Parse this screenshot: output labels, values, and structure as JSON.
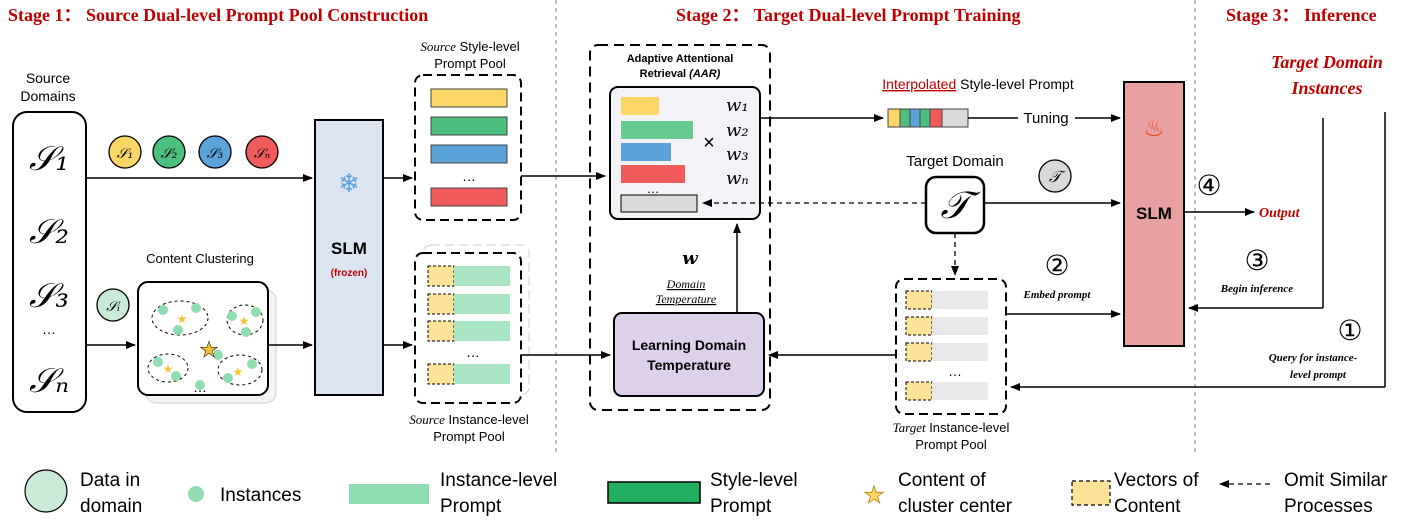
{
  "stages": {
    "stage1": "Stage 1： Source Dual-level Prompt Pool Construction",
    "stage2": "Stage 2： Target Dual-level Prompt Training",
    "stage3": "Stage 3：  Inference"
  },
  "source_domains": {
    "title_line1": "Source",
    "title_line2": "Domains",
    "s1": "𝒮₁",
    "s2": "𝒮₂",
    "s3": "𝒮₃",
    "dots": "…",
    "sn": "𝒮ₙ"
  },
  "circles": {
    "c1": "𝒮₁",
    "c2": "𝒮₂",
    "c3": "𝒮₃",
    "cn": "𝒮ₙ",
    "ci": "𝒮ᵢ"
  },
  "clustering": {
    "title": "Content Clustering",
    "dots": "…"
  },
  "slm_frozen": {
    "label": "SLM",
    "sub": "(frozen)"
  },
  "style_pool": {
    "line1_italic": "Source",
    "line1_rest": " Style-level",
    "line2": "Prompt Pool",
    "dots": "…"
  },
  "instance_pool": {
    "line1_italic": "Source",
    "line1_rest": " Instance-level",
    "line2": "Prompt Pool",
    "dots": "…"
  },
  "aar": {
    "line1": "Adaptive Attentional",
    "line2_plain": "Retrieval ",
    "line2_italic": "(AAR)",
    "w1": "w₁",
    "w2": "w₂",
    "w3": "w₃",
    "wn": "wₙ",
    "times": "×",
    "dots": "…"
  },
  "temperature": {
    "w": "w",
    "domain": "Domain",
    "temp": "Temperature",
    "box_line1": "Learning Domain",
    "box_line2": "Temperature"
  },
  "interp": {
    "red": "Interpolated",
    "rest": " Style-level Prompt",
    "tuning": "Tuning"
  },
  "target": {
    "title": "Target Domain",
    "symbol": "𝒯",
    "circle": "𝒯"
  },
  "target_pool": {
    "line1_italic": "Target",
    "line1_rest": " Instance-level",
    "line2": "Prompt Pool",
    "dots": "…"
  },
  "slm_main": {
    "label": "SLM",
    "flame": "🔥"
  },
  "inference": {
    "target_instances_1": "Target Domain",
    "target_instances_2": "Instances",
    "n4": "④",
    "output": "Output",
    "n3": "③",
    "begin": "Begin inference",
    "n2": "②",
    "embed": "Embed prompt",
    "n1": "①",
    "query1": "Query for instance-",
    "query2": "level prompt"
  },
  "legend": {
    "data_l1": "Data in",
    "data_l2": "domain",
    "instances": "Instances",
    "inst_l1": "Instance-level",
    "inst_l2": "Prompt",
    "style_l1": "Style-level",
    "style_l2": "Prompt",
    "center_l1": "Content of",
    "center_l2": "cluster center",
    "vec_l1": "Vectors of",
    "vec_l2": "Content",
    "omit_l1": "Omit Similar",
    "omit_l2": "Processes"
  },
  "colors": {
    "stage_red": "#c00000",
    "yellow": "#fcd666",
    "green": "#4dbf7e",
    "blue": "#5ba3d9",
    "red": "#f15b5b",
    "light_green": "#8fdcb0",
    "slm_frozen": "#dce4f2",
    "slm_main": "#e8a0a0",
    "temp_box": "#ddd0ea"
  }
}
